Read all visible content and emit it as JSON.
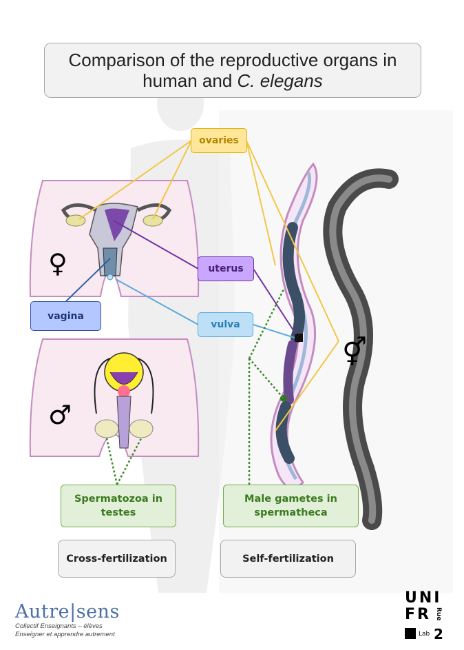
{
  "title": {
    "line1": "Comparison of the reproductive organs in",
    "line2_plain": "human and ",
    "line2_italic": "C. elegans"
  },
  "labels": {
    "ovaries": "ovaries",
    "uterus": "uterus",
    "vagina": "vagina",
    "vulva": "vulva",
    "sperm_testes_l1": "Spermatozoa in",
    "sperm_testes_l2": "testes",
    "male_gametes_l1": "Male gametes in",
    "male_gametes_l2": "spermatheca",
    "cross": "Cross-fertilization",
    "self": "Self-fertilization"
  },
  "symbols": {
    "female": "♀",
    "male": "♂",
    "hermaphrodite": "⚥"
  },
  "logos": {
    "left_word": "Autre|sens",
    "left_line1": "Collectif Enseignants – élèves",
    "left_line2": "Enseigner et apprendre autrement",
    "right_l1": "UNI",
    "right_l2": "FR",
    "right_rue": "Rue",
    "right_lab": "Lab",
    "right_num": "2"
  },
  "colors": {
    "ovaries": "#f2c744",
    "uterus": "#7030a0",
    "vagina": "#2f5fa0",
    "vulva": "#5aa9de",
    "gametes": "#3f8a2a",
    "skin": "#f9e9f0",
    "skin_border": "#c48bc0"
  }
}
